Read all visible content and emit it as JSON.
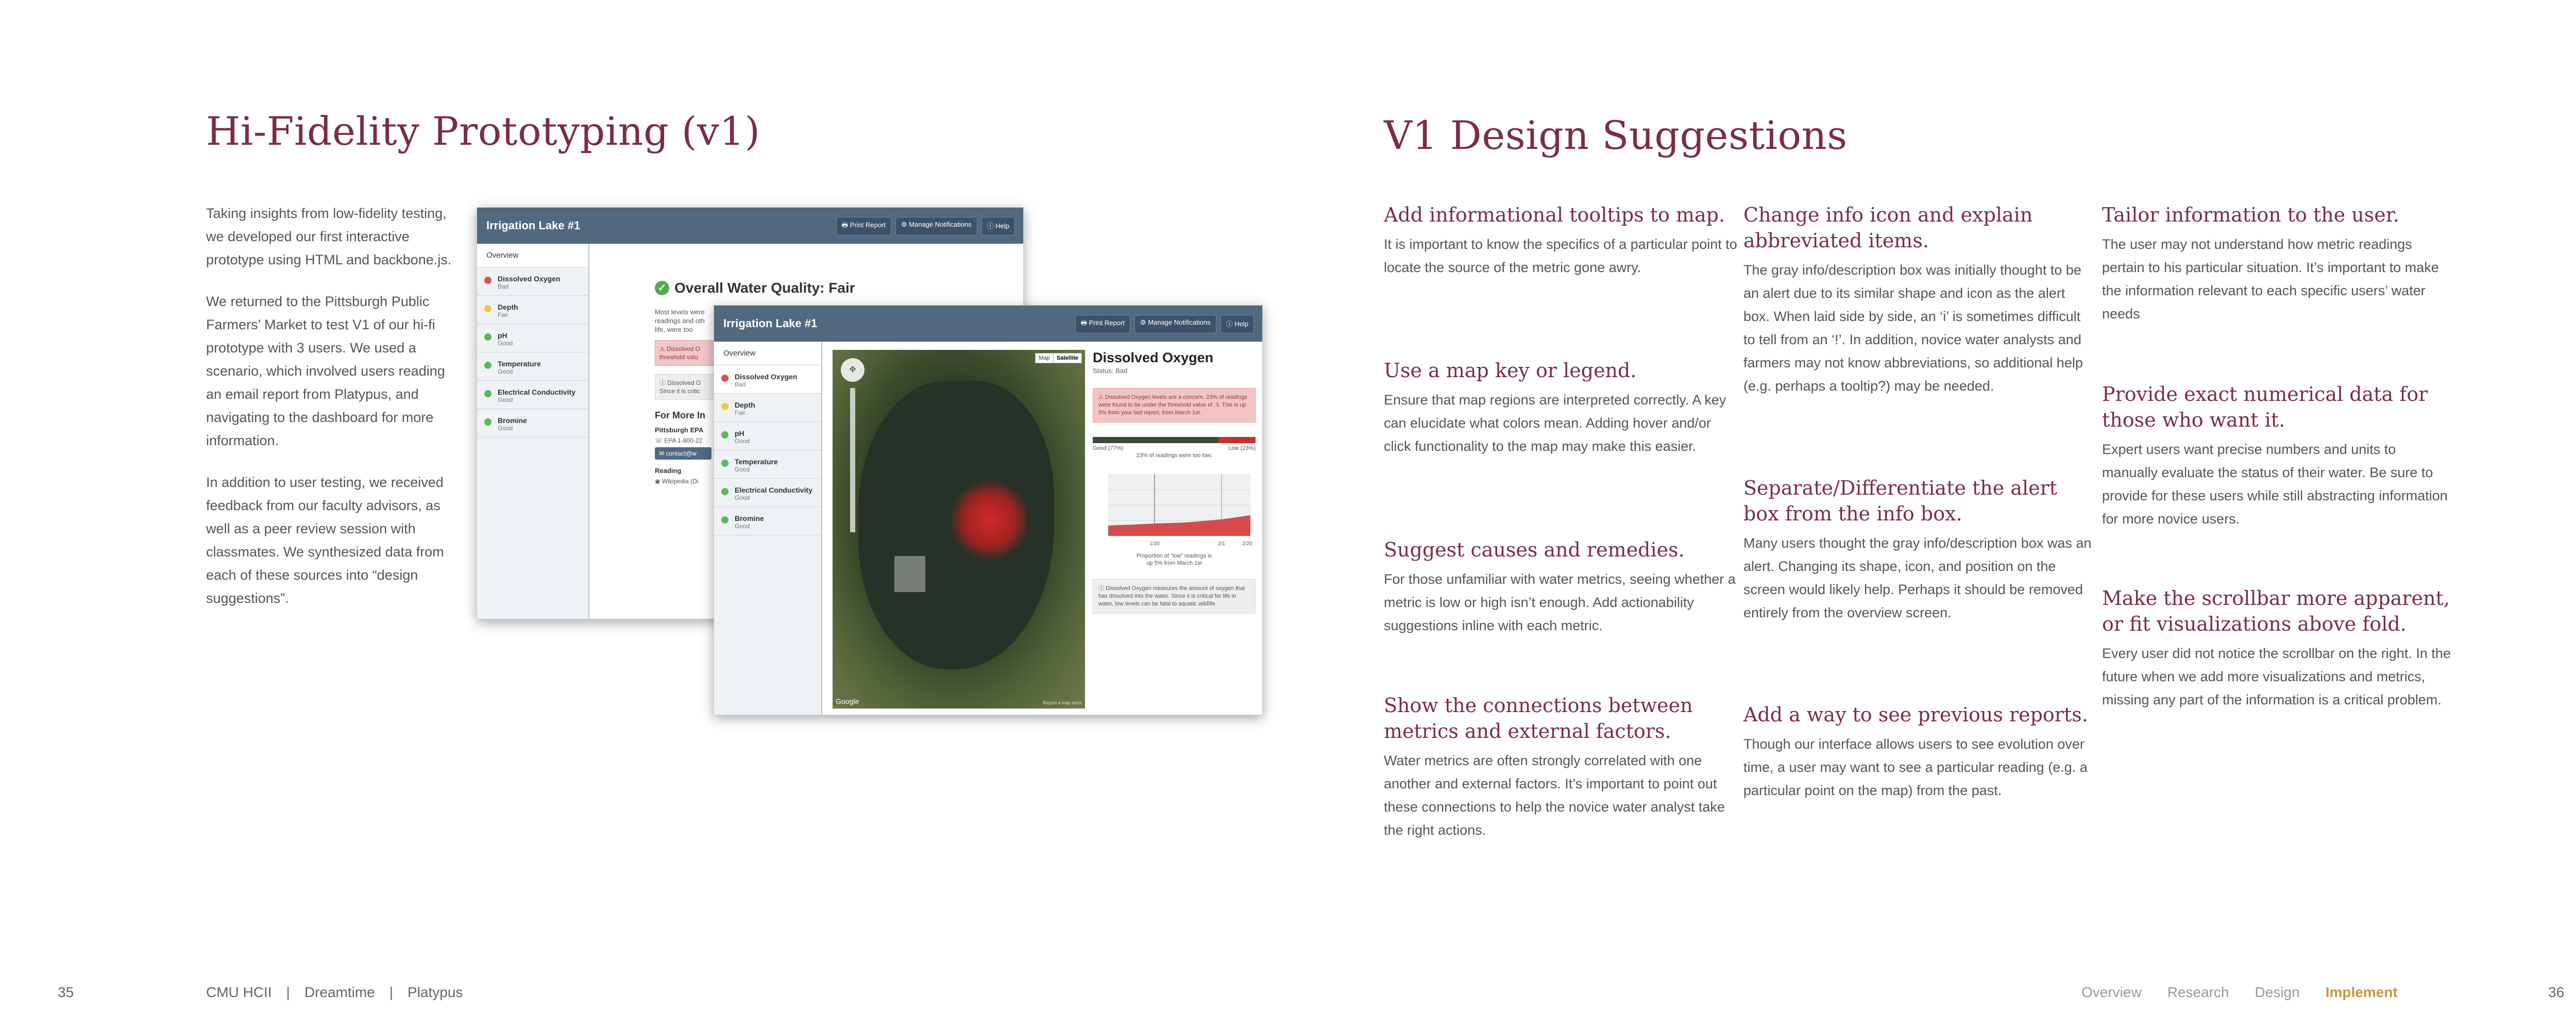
{
  "left_page": {
    "title": "Hi-Fidelity Prototyping (v1)",
    "paragraphs": [
      "Taking insights from low-fidelity testing, we developed our first interactive prototype using HTML and backbone.js.",
      "We returned to the Pittsburgh Public Farmers’ Market to test V1 of our hi-fi prototype with 3 users. We used a scenario, which involved users reading an email report from Platypus, and navigating to the dashboard for more information.",
      "In addition to user testing, we received feedback from our faculty advisors, as well as a peer review session with classmates. We synthesized data from each of these sources into “design suggestions”."
    ],
    "page_number": "35"
  },
  "mock_back": {
    "app_title": "Irrigation Lake #1",
    "buttons": [
      "Print Report",
      "Manage Notifications",
      "Help"
    ],
    "overview_tab": "Overview",
    "metrics": [
      {
        "name": "Dissolved Oxygen",
        "status": "Bad",
        "color": "#d9534f"
      },
      {
        "name": "Depth",
        "status": "Fair",
        "color": "#e8c94a"
      },
      {
        "name": "pH",
        "status": "Good",
        "color": "#5cb85c"
      },
      {
        "name": "Temperature",
        "status": "Good",
        "color": "#5cb85c"
      },
      {
        "name": "Electrical Conductivity",
        "status": "Good",
        "color": "#5cb85c"
      },
      {
        "name": "Bromine",
        "status": "Good",
        "color": "#5cb85c"
      }
    ],
    "heading": "Overall Water Quality: Fair",
    "text1": "Most levels were",
    "text2": "readings and oth",
    "text3": "life, were too",
    "alert1": "Dissolved O",
    "alert2": "threshold valu",
    "info1": "Dissolved O",
    "info2": "Since it is critic",
    "more_info": "For More In",
    "contact_name": "Pittsburgh EPA",
    "contact_phone": "EPA 1-800-22",
    "contact_btn": "contact@w",
    "reading": "Reading",
    "wiki": "Wikipedia (Di"
  },
  "mock_front": {
    "app_title": "Irrigation Lake #1",
    "buttons": [
      "Print Report",
      "Manage Notifications",
      "Help"
    ],
    "overview_tab": "Overview",
    "metrics": [
      {
        "name": "Dissolved Oxygen",
        "status": "Bad",
        "color": "#d9534f"
      },
      {
        "name": "Depth",
        "status": "Fair",
        "color": "#e8c94a"
      },
      {
        "name": "pH",
        "status": "Good",
        "color": "#5cb85c"
      },
      {
        "name": "Temperature",
        "status": "Good",
        "color": "#5cb85c"
      },
      {
        "name": "Electrical Conductivity",
        "status": "Good",
        "color": "#5cb85c"
      },
      {
        "name": "Bromine",
        "status": "Good",
        "color": "#5cb85c"
      }
    ],
    "map_toggle": [
      "Map",
      "Satellite"
    ],
    "map_credit": "Google",
    "map_footer": "Report a map error",
    "panel_title": "Dissolved Oxygen",
    "panel_status": "Status: Bad",
    "alert_text": "Dissolved Oxygen levels are a concern. 23% of readings were found to be under the threshold value of .3. This is up 5% from your last report, from March 1st.",
    "good_label": "Good (77%)",
    "low_label": "Low (23%)",
    "bar_caption": "23% of readings were too low.",
    "good_fraction": 0.77,
    "low_fraction": 0.23,
    "chart_caption": "Proportion of “low” readings is up 5% from March 1st",
    "chart_ticks": [
      "1/20",
      "2/1",
      "2/20"
    ],
    "info_text": "Dissolved Oxygen measures the amount of oxygen that has dissolved into the water. Since it is critical for life in water, low levels can be fatal to aquatic wildlife."
  },
  "right_page": {
    "title": "V1 Design Suggestions",
    "suggestions": [
      {
        "heading": "Add informational tooltips to map.",
        "body": "It is important to know the specifics of a particular point to locate the source of the metric gone awry."
      },
      {
        "heading": "Use a map key or legend.",
        "body": "Ensure that map regions are interpreted correctly. A key can elucidate what colors mean. Adding hover and/or click functionality to the map may make this easier."
      },
      {
        "heading": "Suggest causes and remedies.",
        "body": "For those unfamiliar with water metrics, seeing whether a metric is low or high isn’t enough.  Add actionability suggestions inline with each metric."
      },
      {
        "heading": "Show the connections between metrics and external factors.",
        "body": "Water metrics are often strongly correlated with one another and external factors. It’s important to point out these connections to help the novice water analyst take the right actions."
      },
      {
        "heading": "Change info icon and explain abbreviated items.",
        "body": "The gray info/description box was initially thought to be an alert due to its similar shape and icon as the alert box. When laid side by side, an ‘i’ is sometimes difficult to tell from an ‘!’. In addition, novice water analysts and farmers may not know abbreviations, so additional help (e.g. perhaps a tooltip?) may be needed."
      },
      {
        "heading": "Separate/Differentiate the alert box from the info box.",
        "body": "Many users thought the gray info/description box was an alert. Changing its shape, icon, and position on the screen would likely help. Perhaps it should be removed entirely from the overview screen."
      },
      {
        "heading": "Add a way to see previous reports.",
        "body": "Though our interface allows users to see evolution over time, a user may want to see a particular reading (e.g. a particular point on the map) from the past."
      },
      {
        "heading": "Tailor information to the user.",
        "body": "The user may not understand how metric readings pertain to his particular situation. It’s important to make the information relevant to each specific users’ water needs"
      },
      {
        "heading": "Provide exact numerical data for those who want it.",
        "body": "Expert users want precise numbers and units to manually evaluate the status of their water. Be sure to provide for these users while still abstracting information for more novice users."
      },
      {
        "heading": "Make the scrollbar more apparent, or fit visualizations above fold.",
        "body": "Every user did not notice the scrollbar on the right. In the future when we add more visualizations and metrics, missing any part of the information is a critical problem."
      }
    ],
    "page_number": "36"
  },
  "footer": {
    "left_items": [
      "CMU HCII",
      "Dreamtime",
      "Platypus"
    ],
    "separator": "|",
    "nav": [
      "Overview",
      "Research",
      "Design",
      "Implement"
    ],
    "active_nav": "Implement",
    "active_color": "#c8963e"
  }
}
